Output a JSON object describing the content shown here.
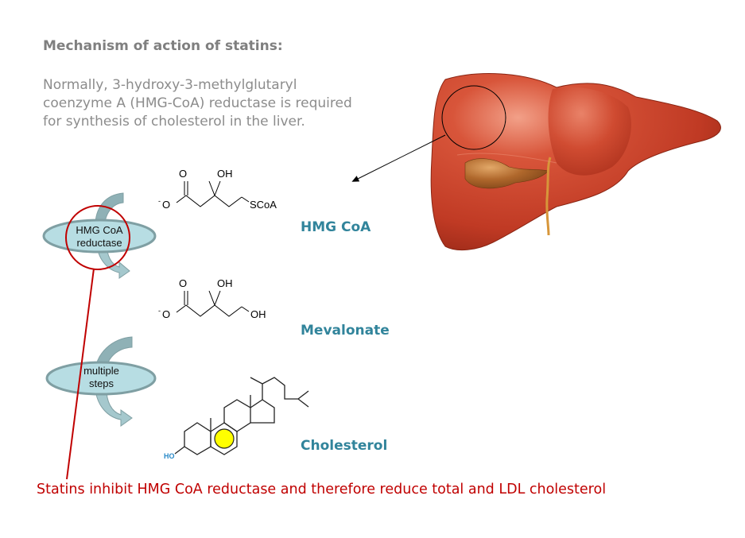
{
  "heading": "Mechanism of action of statins:",
  "intro_lines": [
    "Normally, 3-hydroxy-3-methylglutaryl",
    "coenzyme A (HMG-CoA) reductase is required",
    "for synthesis of cholesterol in the liver."
  ],
  "compounds": [
    {
      "name": "HMG CoA",
      "structure_labels": {
        "carbonyl": "O",
        "hydroxyl": "OH",
        "carboxylate": "O",
        "charge": "-",
        "tail": "SCoA"
      }
    },
    {
      "name": "Mevalonate",
      "structure_labels": {
        "carbonyl": "O",
        "hydroxyl": "OH",
        "carboxylate": "O",
        "charge": "-",
        "tail": "OH"
      }
    },
    {
      "name": "Cholesterol",
      "structure_labels": {
        "hydroxyl": "HO"
      }
    }
  ],
  "steps": [
    {
      "label_lines": [
        "HMG CoA",
        "reductase"
      ]
    },
    {
      "label_lines": [
        "multiple",
        "steps"
      ]
    }
  ],
  "footer": "Statins inhibit HMG CoA reductase and therefore reduce total and LDL cholesterol",
  "colors": {
    "heading": "#7f7f7f",
    "intro": "#8c8c8c",
    "compound": "#31849b",
    "footer": "#c00000",
    "ellipse_fill": "#b7dde3",
    "ellipse_stroke": "#7f9fa3",
    "arrow_fill": "#8fb1b6",
    "highlight": "#ffff00",
    "liver": "#c8412a"
  }
}
